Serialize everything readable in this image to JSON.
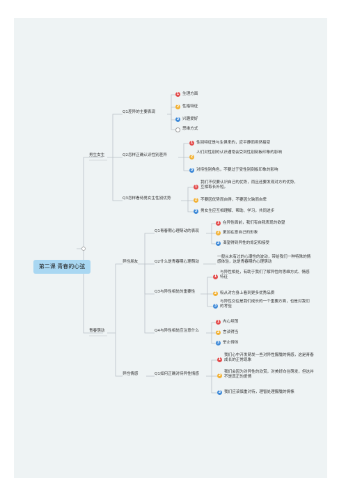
{
  "root": "第二课 青春的心弦",
  "branches": {
    "b1": "男生女生",
    "b2": "青春萌动"
  },
  "q1": {
    "label": "Q1差异的主要表现",
    "items": [
      "生理方面",
      "性格特征",
      "兴趣爱好",
      "思维方式"
    ]
  },
  "q2": {
    "label": "Q2怎样正确认识性别差异",
    "items": [
      "性别特征是与生俱来的，应平静而坦然接受",
      "人们对性别的认识通常会受到性别刻板印象的影响",
      "对待性别角色，不要过于受性别刻板印象的影响"
    ]
  },
  "q3": {
    "label": "Q3怎样看待男女生性别优势",
    "items": [
      "我们不仅要认识自己的优势，而且还要发现对方的优势，互相取长补短。",
      "不要因优势而自得，不要因欠缺而自卑",
      "男女生应互相理解、帮助、学习，共同进步"
    ]
  },
  "sub": {
    "yixing": "异性朋友",
    "yixing_qinggan": "异性情感"
  },
  "y1": {
    "label": "Q1青春期心理萌动的表现",
    "items": [
      "在异性面前，我们有自我表现的欲望",
      "更加在意自己的形象",
      "渴望得到异性的肯定和接受"
    ]
  },
  "y2": {
    "label": "Q2什么是青春期心理萌动",
    "desc": "一般从未有过的心潮性的波动，带给我们一种特殊的情感体验，这是青春期的心理萌动"
  },
  "y3": {
    "label": "Q3与异性相处的重要性",
    "items": [
      "与异性相处，有助于我们了解异性的思维方式、情感特征",
      "吸从对方身上看到更多优秀品质",
      "与异性交往是我们成长的一个重要方面，也是对我们的考验"
    ]
  },
  "y4": {
    "label": "Q4与异性相处应注意什么",
    "items": [
      "内心坦荡",
      "言谈得当",
      "举止得体"
    ]
  },
  "e1": {
    "label": "Q1如何正确对待异性情感",
    "items": [
      "我们心中开发萌发一些对异性朦胧的情感，这是青春成长的正常现象",
      "我们会因为对异性的欣赏，对美好向往萌发，但这并不是真正的爱情",
      "我们应该慎重对待，理智处理朦胧的情愫"
    ]
  },
  "colors": {
    "red": "#e34b4b",
    "yellow": "#f2b134",
    "blue": "#3f8ad8",
    "line": "#b9c0c6",
    "root": "#a9d7f2"
  }
}
